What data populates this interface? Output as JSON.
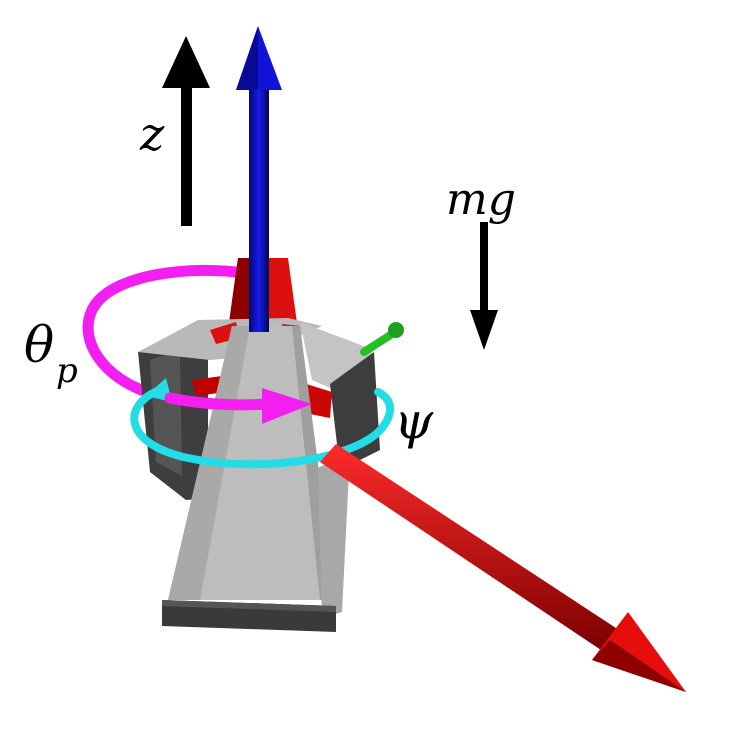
{
  "labels": {
    "z": "z",
    "mg": "mg",
    "theta_main": "θ",
    "theta_sub": "p",
    "psi": "ψ"
  },
  "colors": {
    "z_axis_arrow": "#000000",
    "gravity_arrow": "#000000",
    "body_z_axis": "#0a0acf",
    "body_x_axis": "#c10000",
    "body_y_axis": "#1fc21f",
    "pitch_rotation": "#f21ff0",
    "yaw_rotation": "#22dde6",
    "body_gray": "#b7b7b7",
    "body_dark": "#3f3f3f",
    "body_red": "#e01010"
  }
}
